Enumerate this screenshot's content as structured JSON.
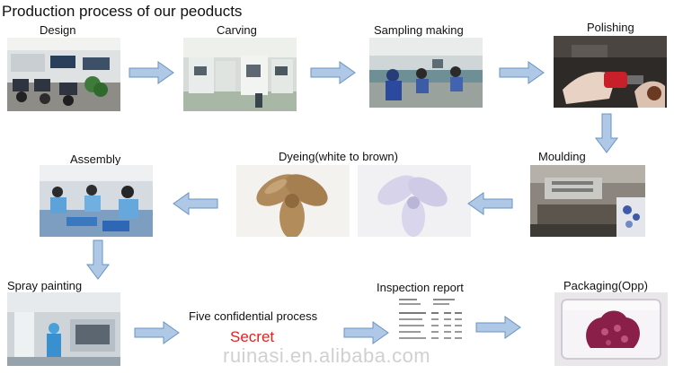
{
  "title": "Production process  of our peoducts",
  "steps": {
    "design": "Design",
    "carving": "Carving",
    "sampling": "Sampling making",
    "polishing": "Polishing",
    "moulding": "Moulding",
    "dyeing": "Dyeing(white to brown)",
    "assembly": "Assembly",
    "spray": "Spray painting",
    "confidential": "Five confidential process",
    "inspection": "Inspection report",
    "packaging": "Packaging(Opp)"
  },
  "secret": "Secret",
  "watermark": "ruinasi.en.alibaba.com",
  "colors": {
    "arrow_fill": "#aec8e6",
    "arrow_stroke": "#6a93c4",
    "secret": "#e32020"
  }
}
